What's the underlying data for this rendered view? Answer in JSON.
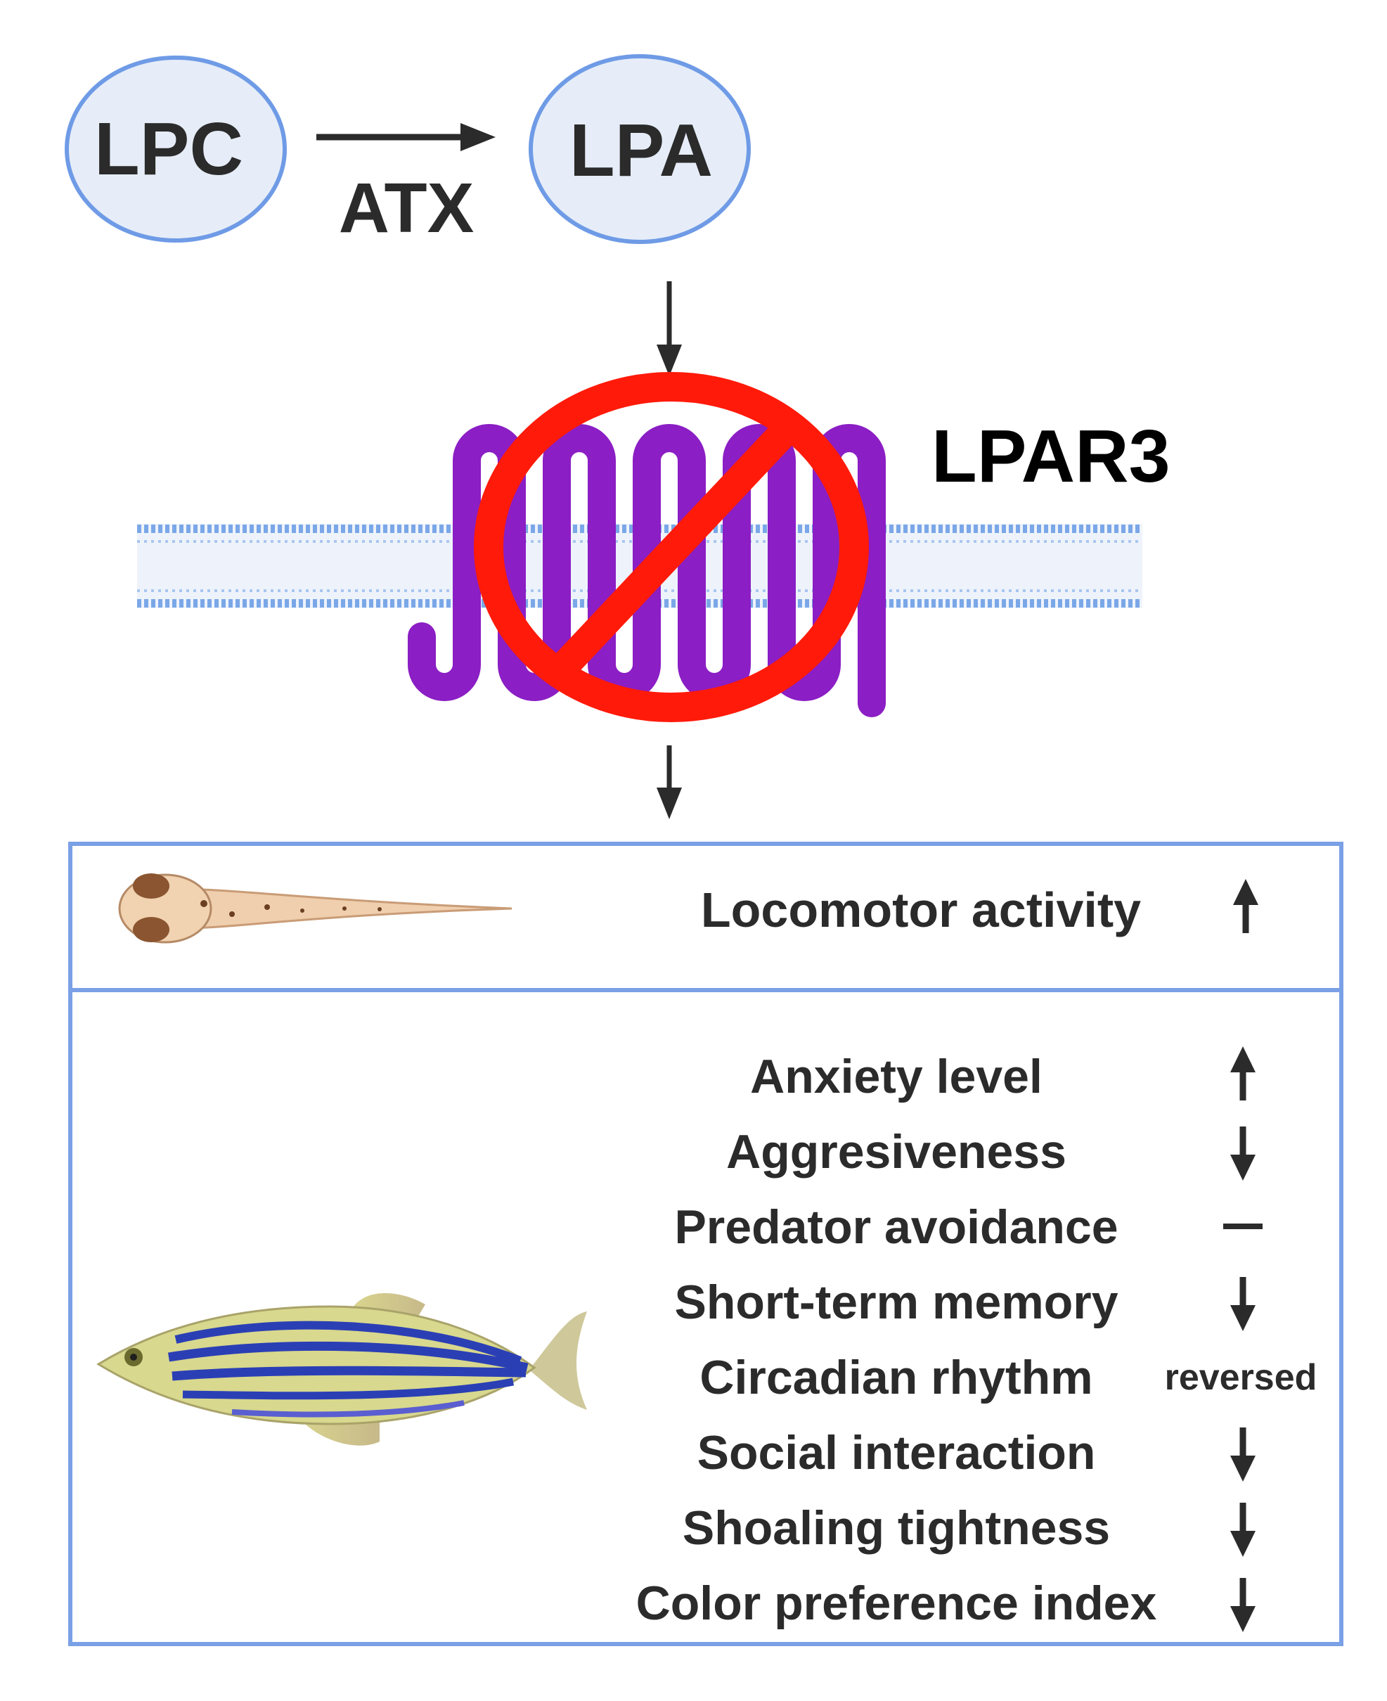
{
  "pathway": {
    "substrate": "LPC",
    "product": "LPA",
    "enzyme": "ATX",
    "receptor": "LPAR3"
  },
  "colors": {
    "circle_fill": "#e6edf8",
    "circle_stroke": "#6f9be6",
    "receptor": "#8b1ec4",
    "prohibition": "#ff1a0a",
    "membrane": "#7aa7e8",
    "box_stroke": "#7aa0e6",
    "text": "#2b2b2b"
  },
  "icons": {
    "larva": "zebrafish-larva-icon",
    "adult": "zebrafish-adult-icon",
    "blocked": "prohibition-icon"
  },
  "larva_panel": {
    "rows": [
      {
        "label": "Locomotor activity",
        "effect": "increase",
        "symbol": "↑"
      }
    ]
  },
  "adult_panel": {
    "rows": [
      {
        "label": "Anxiety level",
        "effect": "increase",
        "symbol": "↑"
      },
      {
        "label": "Aggresiveness",
        "effect": "decrease",
        "symbol": "↓"
      },
      {
        "label": "Predator avoidance",
        "effect": "no-change",
        "symbol": "—"
      },
      {
        "label": "Short-term memory",
        "effect": "decrease",
        "symbol": "↓"
      },
      {
        "label": "Circadian rhythm",
        "effect": "reversed",
        "symbol": "reversed"
      },
      {
        "label": "Social interaction",
        "effect": "decrease",
        "symbol": "↓"
      },
      {
        "label": "Shoaling tightness",
        "effect": "decrease",
        "symbol": "↓"
      },
      {
        "label": "Color preference index",
        "effect": "decrease",
        "symbol": "↓"
      }
    ]
  }
}
